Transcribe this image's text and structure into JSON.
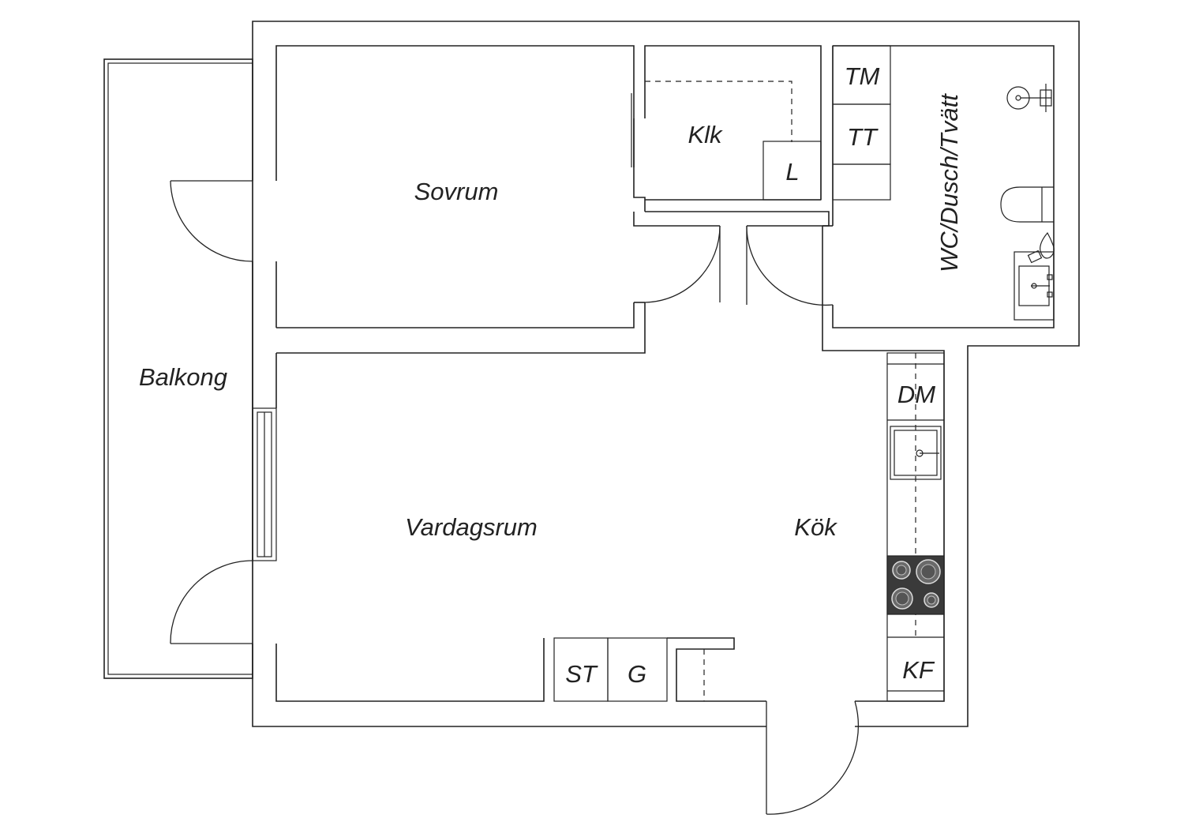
{
  "rooms": {
    "sovrum": "Sovrum",
    "klk": "Klk",
    "wc": "WC/Dusch/Tvätt",
    "balkong": "Balkong",
    "vardagsrum": "Vardagsrum",
    "kok": "Kök"
  },
  "fixtures": {
    "tm": "TM",
    "tt": "TT",
    "l": "L",
    "dm": "DM",
    "kf": "KF",
    "st": "ST",
    "g": "G"
  },
  "colors": {
    "line": "#222222",
    "stove": "#3a3a3a",
    "background": "#ffffff"
  }
}
